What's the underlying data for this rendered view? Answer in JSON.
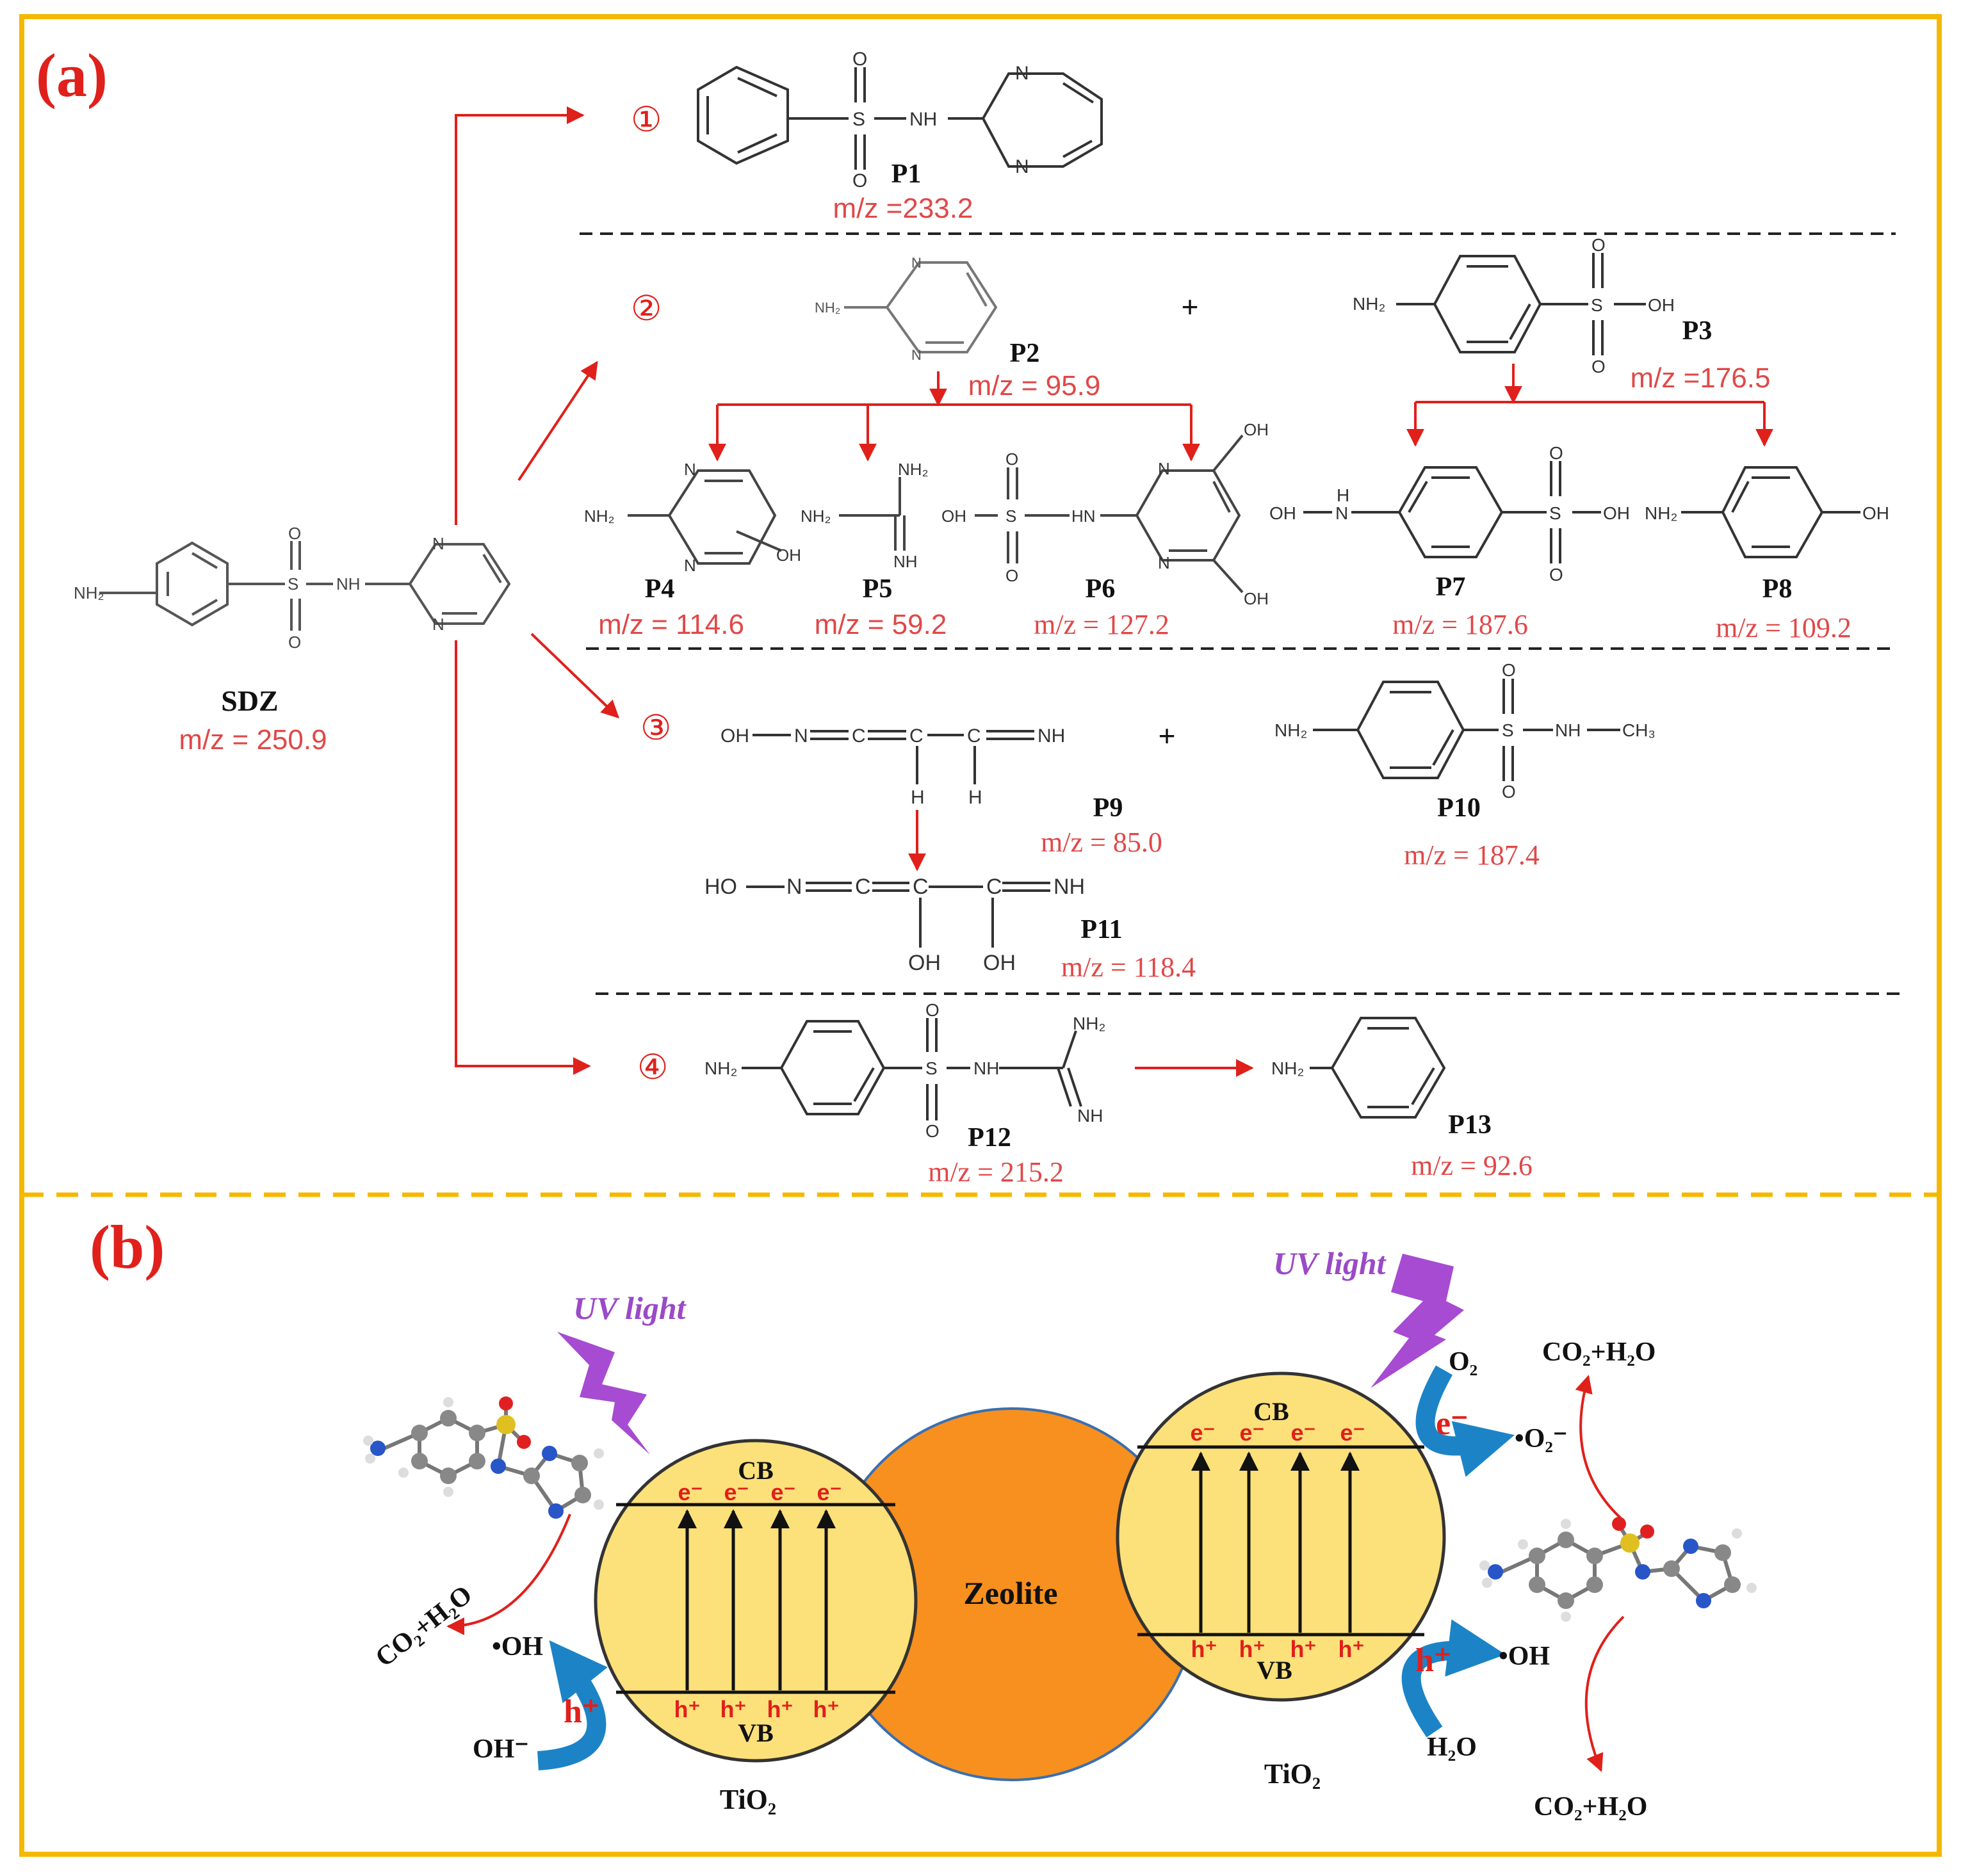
{
  "panel_a": {
    "label": "(a)",
    "sdz": {
      "name": "SDZ",
      "mz": "m/z = 250.9"
    },
    "routes": [
      "①",
      "②",
      "③",
      "④"
    ],
    "atoms": {
      "nh2": "NH₂",
      "nh": "NH",
      "s": "S",
      "o": "O",
      "n": "N",
      "oh": "OH",
      "ho": "HO",
      "h": "H",
      "c": "C",
      "hn": "HN",
      "ch3": "CH₃",
      "plus": "+"
    },
    "products": [
      {
        "id": "p1",
        "name": "P1",
        "mz": "m/z =233.2"
      },
      {
        "id": "p2",
        "name": "P2",
        "mz": "m/z = 95.9"
      },
      {
        "id": "p3",
        "name": "P3",
        "mz": "m/z =176.5"
      },
      {
        "id": "p4",
        "name": "P4",
        "mz": "m/z = 114.6"
      },
      {
        "id": "p5",
        "name": "P5",
        "mz": "m/z = 59.2"
      },
      {
        "id": "p6",
        "name": "P6",
        "mz": "m/z = 127.2"
      },
      {
        "id": "p7",
        "name": "P7",
        "mz": "m/z = 187.6"
      },
      {
        "id": "p8",
        "name": "P8",
        "mz": "m/z = 109.2"
      },
      {
        "id": "p9",
        "name": "P9",
        "mz": "m/z = 85.0"
      },
      {
        "id": "p10",
        "name": "P10",
        "mz": "m/z = 187.4"
      },
      {
        "id": "p11",
        "name": "P11",
        "mz": "m/z = 118.4"
      },
      {
        "id": "p12",
        "name": "P12",
        "mz": "m/z = 215.2"
      },
      {
        "id": "p13",
        "name": "P13",
        "mz": "m/z = 92.6"
      }
    ]
  },
  "panel_b": {
    "label": "(b)",
    "uv_light": "UV light",
    "zeolite": "Zeolite",
    "tio2": "TiO₂",
    "cb": "CB",
    "vb": "VB",
    "electron": "e⁻",
    "hole": "h⁺",
    "oh_radical": "•OH",
    "oh_minus": "OH⁻",
    "o2": "O₂",
    "o2_radical": "•O₂⁻",
    "h2o": "H₂O",
    "co2_h2o": "CO₂+H₂O"
  },
  "colors": {
    "frame": "#F5B800",
    "red": "#E0201B",
    "pink_text": "#E04848",
    "zeolite": "#F7901E",
    "tio2_fill": "#FCE07A",
    "tio2_stroke": "#333333",
    "uv_purple": "#A64BD2",
    "blue_arrow": "#1C84C6",
    "bond": "#555555"
  }
}
